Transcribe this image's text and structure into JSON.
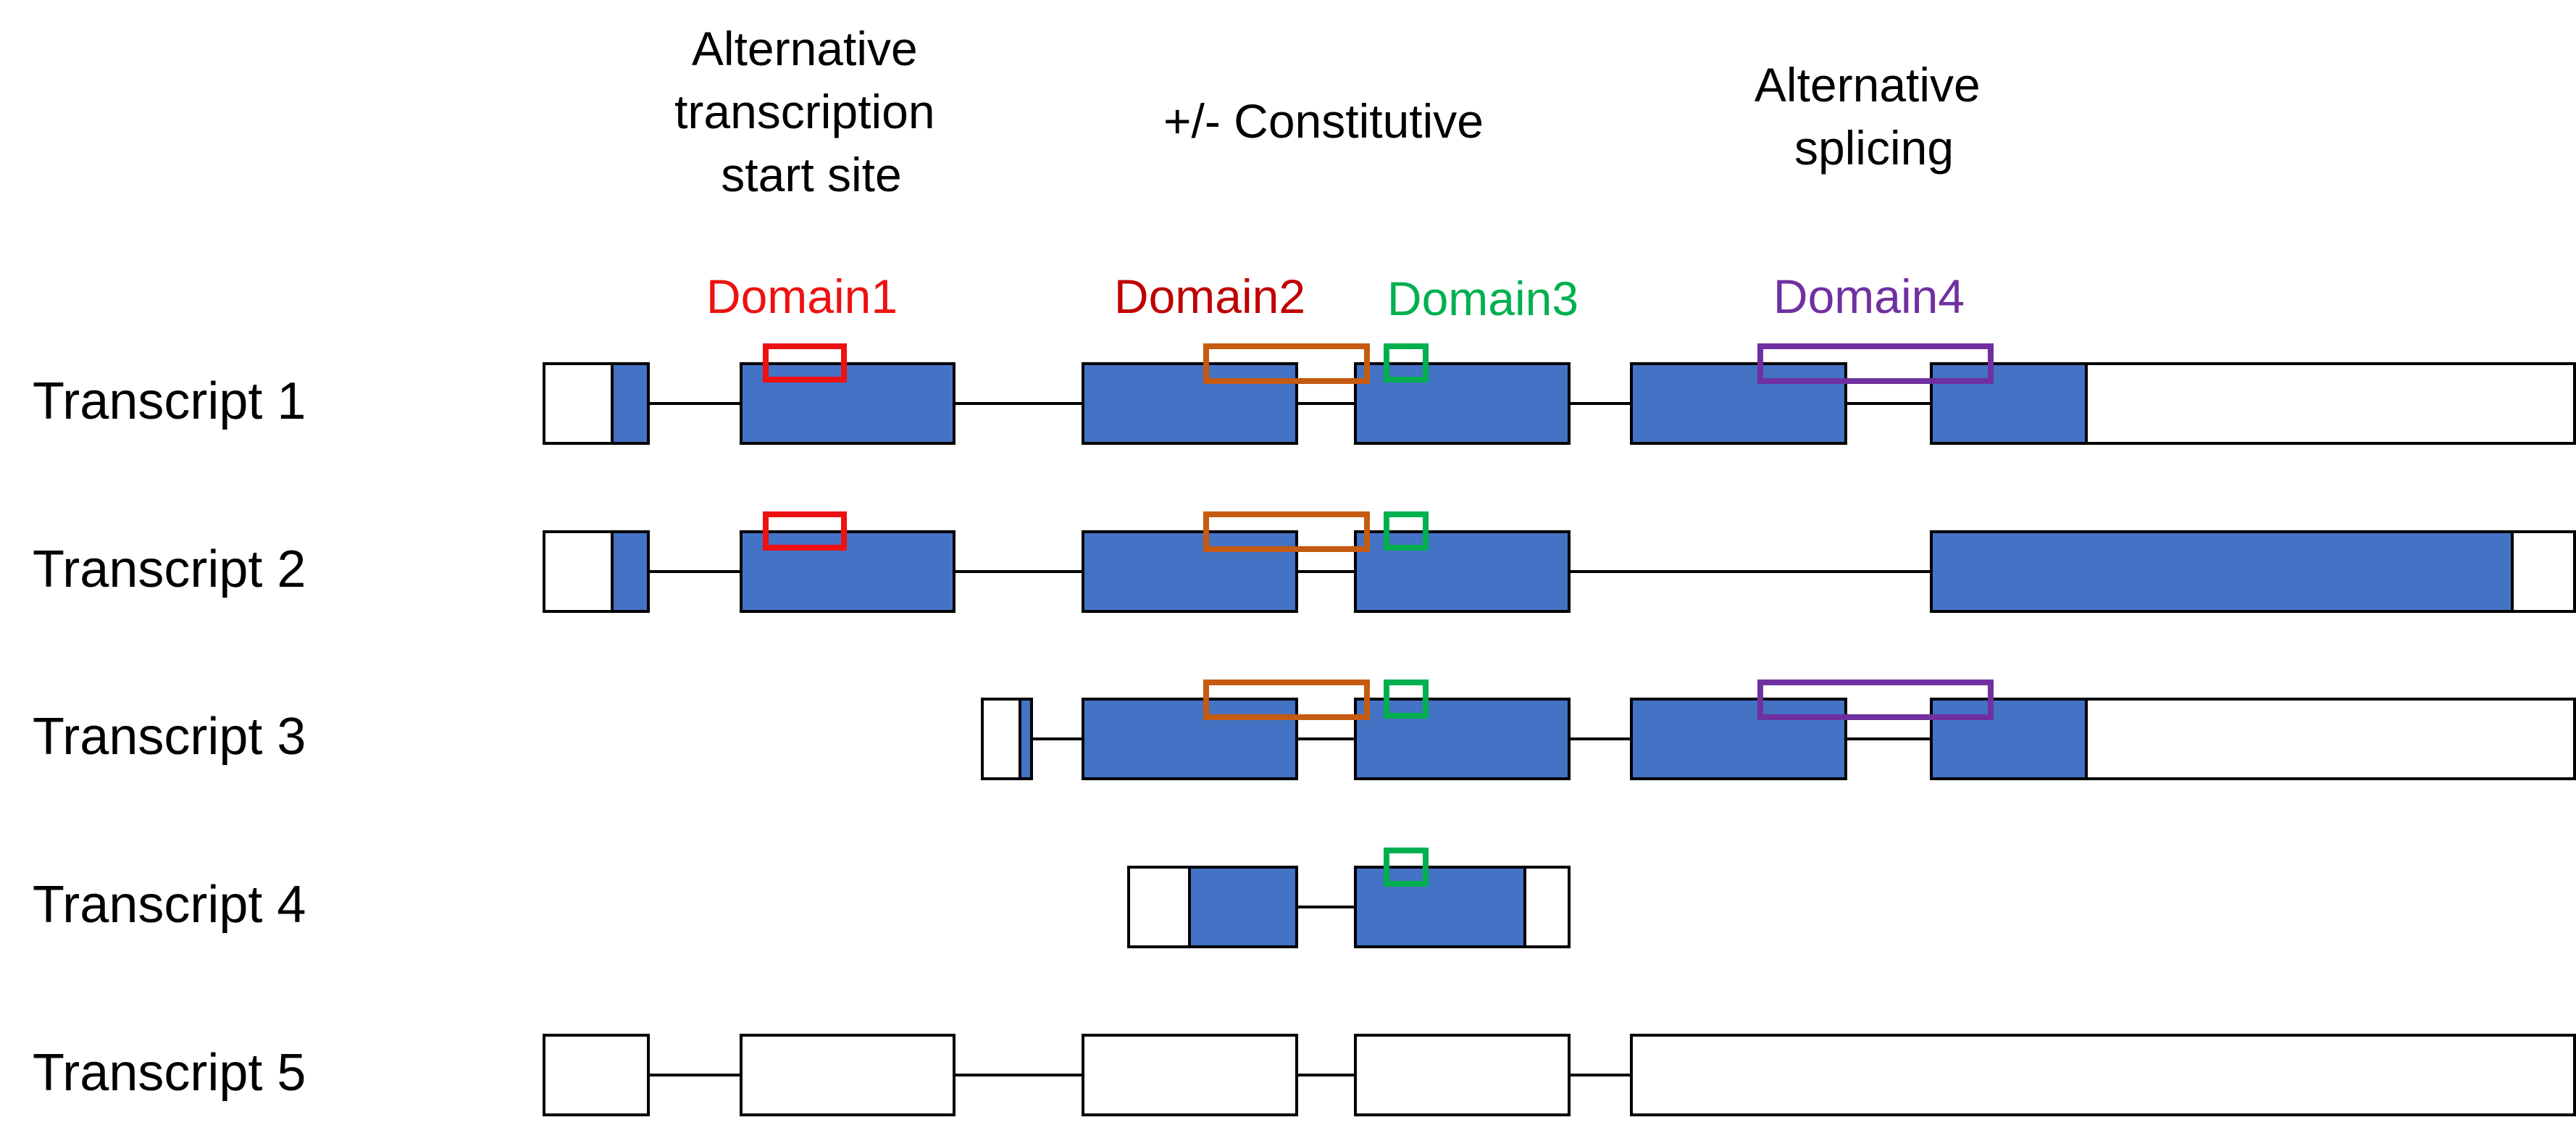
{
  "colors": {
    "cds": "#4472c4",
    "utr": "#ffffff",
    "domain1": "#ee1111",
    "domain2": "#c55a11",
    "domain3": "#00b050",
    "domain4": "#7030a0"
  },
  "headers": {
    "tss": [
      "Alternative",
      "transcription",
      "start site"
    ],
    "constitutive": [
      "+/- Constitutive"
    ],
    "splicing": [
      "Alternative",
      "splicing"
    ]
  },
  "domains": {
    "domain1": "Domain1",
    "domain2": "Domain2",
    "domain3": "Domain3",
    "domain4": "Domain4"
  },
  "transcripts": [
    {
      "label": "Transcript 1"
    },
    {
      "label": "Transcript 2"
    },
    {
      "label": "Transcript 3"
    },
    {
      "label": "Transcript 4"
    },
    {
      "label": "Transcript 5"
    }
  ]
}
